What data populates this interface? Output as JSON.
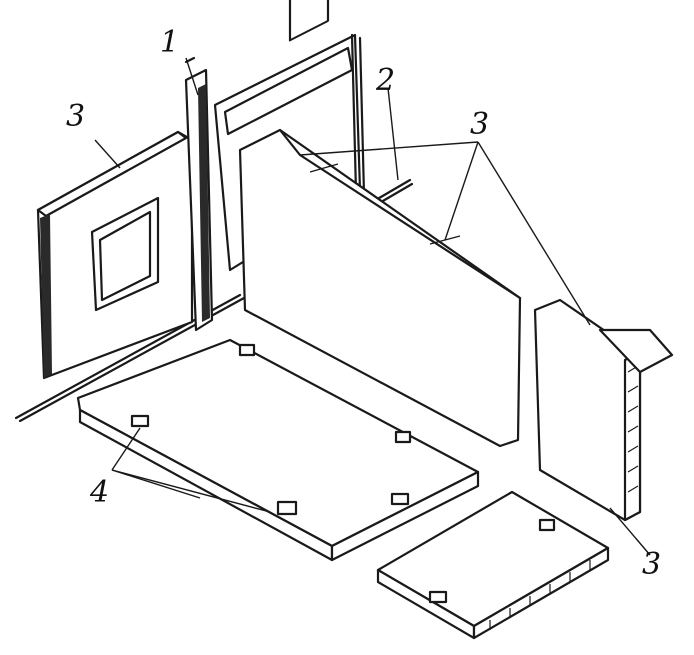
{
  "labels": {
    "l1": "1",
    "l2": "2",
    "l3_left": "3",
    "l3_top": "3",
    "l3_bottom": "3",
    "l4": "4"
  },
  "colors": {
    "ink": "#1a1a1a",
    "paper": "#ffffff"
  }
}
